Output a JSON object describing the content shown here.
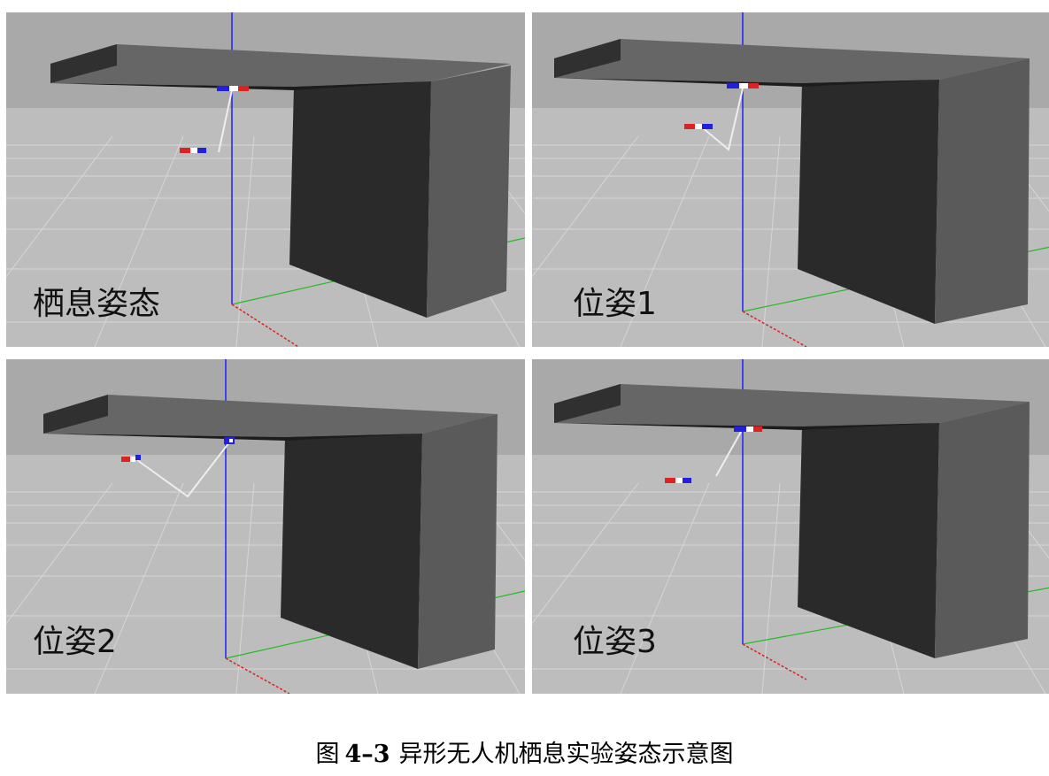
{
  "panels": [
    {
      "label": "栖息姿态"
    },
    {
      "label": "位姿1"
    },
    {
      "label": "位姿2"
    },
    {
      "label": "位姿3"
    }
  ],
  "caption": {
    "prefix": "图",
    "number": "4–3",
    "text": "异形无人机栖息实验姿态示意图"
  },
  "colors": {
    "sky": "#a9a9a9",
    "ground": "#bdbdbd",
    "grid_line": "#d9d9d9",
    "box_front": "#2a2a2a",
    "box_side": "#5a5a5a",
    "box_top": "#666666",
    "z_axis": "#2020ff",
    "y_axis": "#22bb22",
    "x_axis": "#dd2222",
    "link": "#eeeeee"
  }
}
